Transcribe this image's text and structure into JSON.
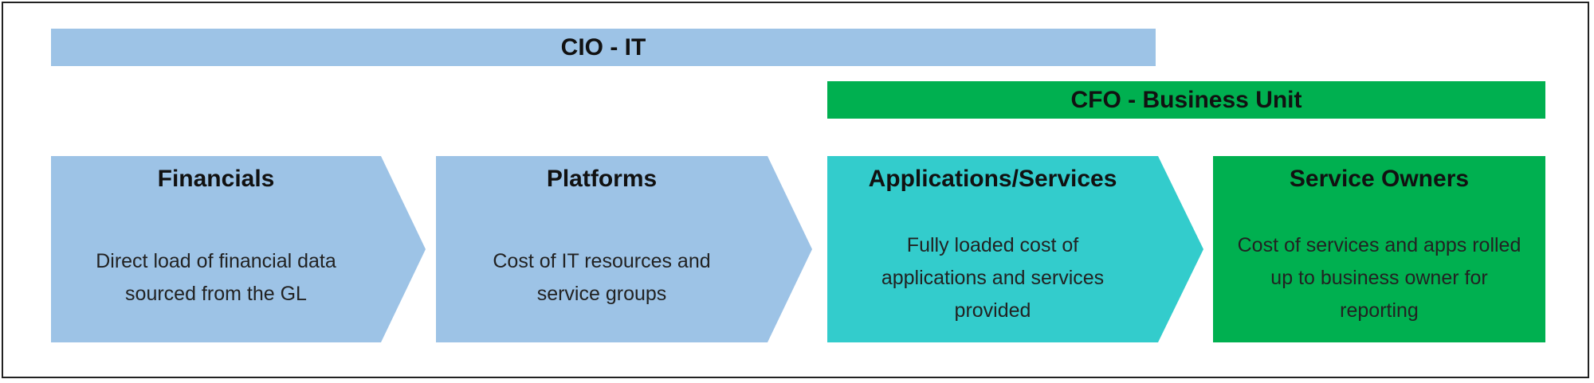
{
  "bars": {
    "cio": {
      "label": "CIO - IT",
      "color": "#9DC3E6"
    },
    "cfo": {
      "label": "CFO - Business Unit",
      "color": "#00B050"
    }
  },
  "stages": [
    {
      "title": "Financials",
      "desc": "Direct load of financial data sourced from the GL",
      "color": "#9DC3E6",
      "shape": "arrow"
    },
    {
      "title": "Platforms",
      "desc": "Cost of IT resources and service groups",
      "color": "#9DC3E6",
      "shape": "arrow"
    },
    {
      "title": "Applications/Services",
      "desc": "Fully loaded cost of applications and services provided",
      "color": "#33CCCC",
      "shape": "arrow"
    },
    {
      "title": "Service Owners",
      "desc": "Cost of services and apps rolled up to business owner for reporting",
      "color": "#00B050",
      "shape": "box"
    }
  ]
}
